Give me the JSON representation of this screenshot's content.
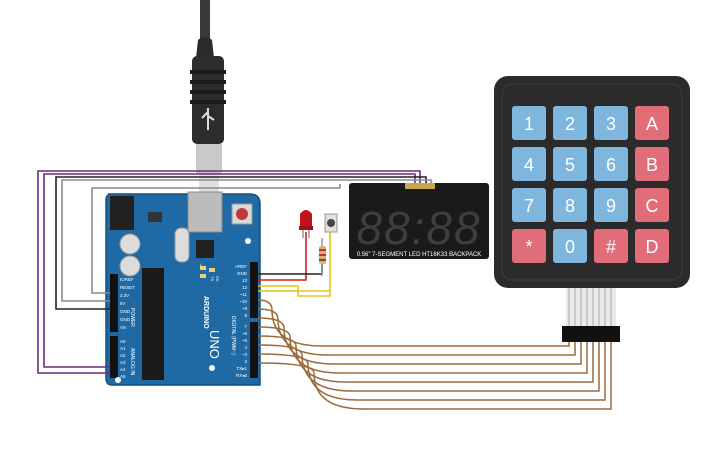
{
  "arduino": {
    "brand": "ARDUINO",
    "model": "UNO",
    "label_power": "POWER",
    "label_analog": "ANALOG IN",
    "label_digital": "DIGITAL (PWM~)",
    "power_pins": [
      "IOREF",
      "RESET",
      "3.3V",
      "5V",
      "GND",
      "GND",
      "Vin"
    ],
    "analog_pins": [
      "A0",
      "A1",
      "A2",
      "A3",
      "A4",
      "A5"
    ],
    "digital_top": [
      "AREF",
      "GND",
      "13",
      "12",
      "~11",
      "~10",
      "~9",
      "8"
    ],
    "digital_bottom": [
      "7",
      "~6",
      "~5",
      "4",
      "~3",
      "2",
      "TX▸1",
      "RX◂0"
    ],
    "markers": [
      "L",
      "TX",
      "RX"
    ]
  },
  "display": {
    "digits": "88:88",
    "caption": "0.56\" 7-SEGMENT LED HT16K33 BACKPACK"
  },
  "keypad": {
    "rows": [
      [
        "1",
        "2",
        "3",
        "A"
      ],
      [
        "4",
        "5",
        "6",
        "B"
      ],
      [
        "7",
        "8",
        "9",
        "C"
      ],
      [
        "*",
        "0",
        "#",
        "D"
      ]
    ]
  },
  "colors": {
    "board": "#1f6aa5",
    "keypad_body": "#2b2b2b",
    "key_blue": "#7fb6dd",
    "key_red": "#e06d78",
    "wire_purple": "#6b2c7d",
    "wire_brown": "#9a6b3a",
    "wire_yellow": "#e7c31a",
    "wire_red": "#d11f1f",
    "wire_black": "#222222",
    "wire_gray": "#8a8a8a"
  }
}
